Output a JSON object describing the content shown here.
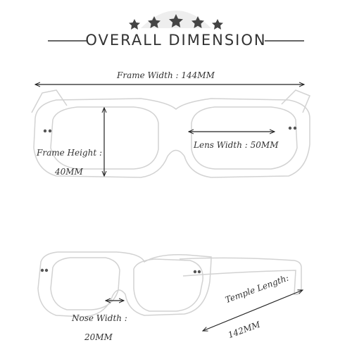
{
  "header": {
    "title": "OVERALL DIMENSION",
    "stars": 5,
    "star_color": "#444444"
  },
  "dimensions": {
    "frame_width": "Frame Width : 144MM",
    "frame_height_label": "Frame Height :",
    "frame_height_value": "40MM",
    "lens_width": "Lens Width : 50MM",
    "nose_width_label": "Nose Width :",
    "nose_width_value": "20MM",
    "temple_length_label": "Temple Length:",
    "temple_length_value": "142MM"
  },
  "colors": {
    "line": "#222222",
    "frame_outline": "#d8d8d8",
    "text": "#333333"
  }
}
